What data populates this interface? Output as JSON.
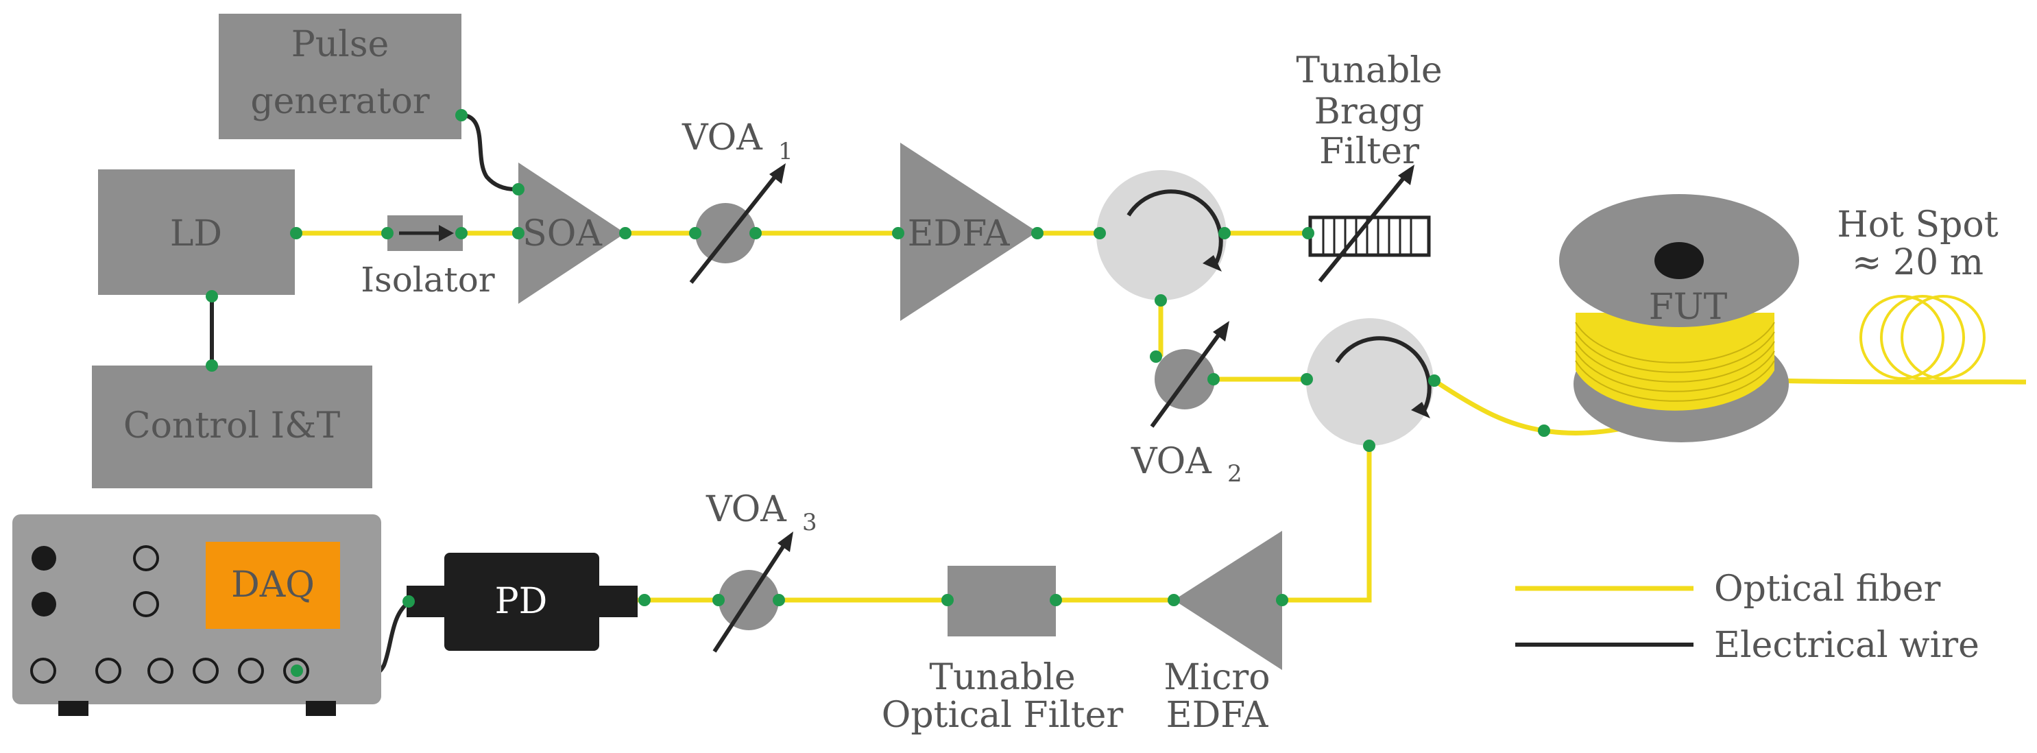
{
  "labels": {
    "pulse_generator_line1": "Pulse",
    "pulse_generator_line2": "generator",
    "ld": "LD",
    "isolator": "Isolator",
    "soa": "SOA",
    "voa1": "VOA",
    "voa1_sub": "1",
    "edfa": "EDFA",
    "bragg_line1": "Tunable",
    "bragg_line2": "Bragg",
    "bragg_line3": "Filter",
    "control": "Control I&T",
    "voa2": "VOA",
    "voa2_sub": "2",
    "fut": "FUT",
    "hotspot_line1": "Hot Spot",
    "hotspot_line2": "≈ 20 m",
    "daq": "DAQ",
    "pd": "PD",
    "voa3": "VOA",
    "voa3_sub": "3",
    "tof_line1": "Tunable",
    "tof_line2": "Optical Filter",
    "micro_line1": "Micro",
    "micro_line2": "EDFA"
  },
  "legend": {
    "optical": "Optical fiber",
    "electrical": "Electrical wire"
  },
  "colors": {
    "optical_fiber": "#f2dc1c",
    "electrical_wire": "#262626",
    "component": "#8e8e8e",
    "circulator": "#d9d9d9",
    "connector": "#1f9a4d",
    "daq": "#f5940a",
    "pd_body": "#1e1e1e"
  }
}
